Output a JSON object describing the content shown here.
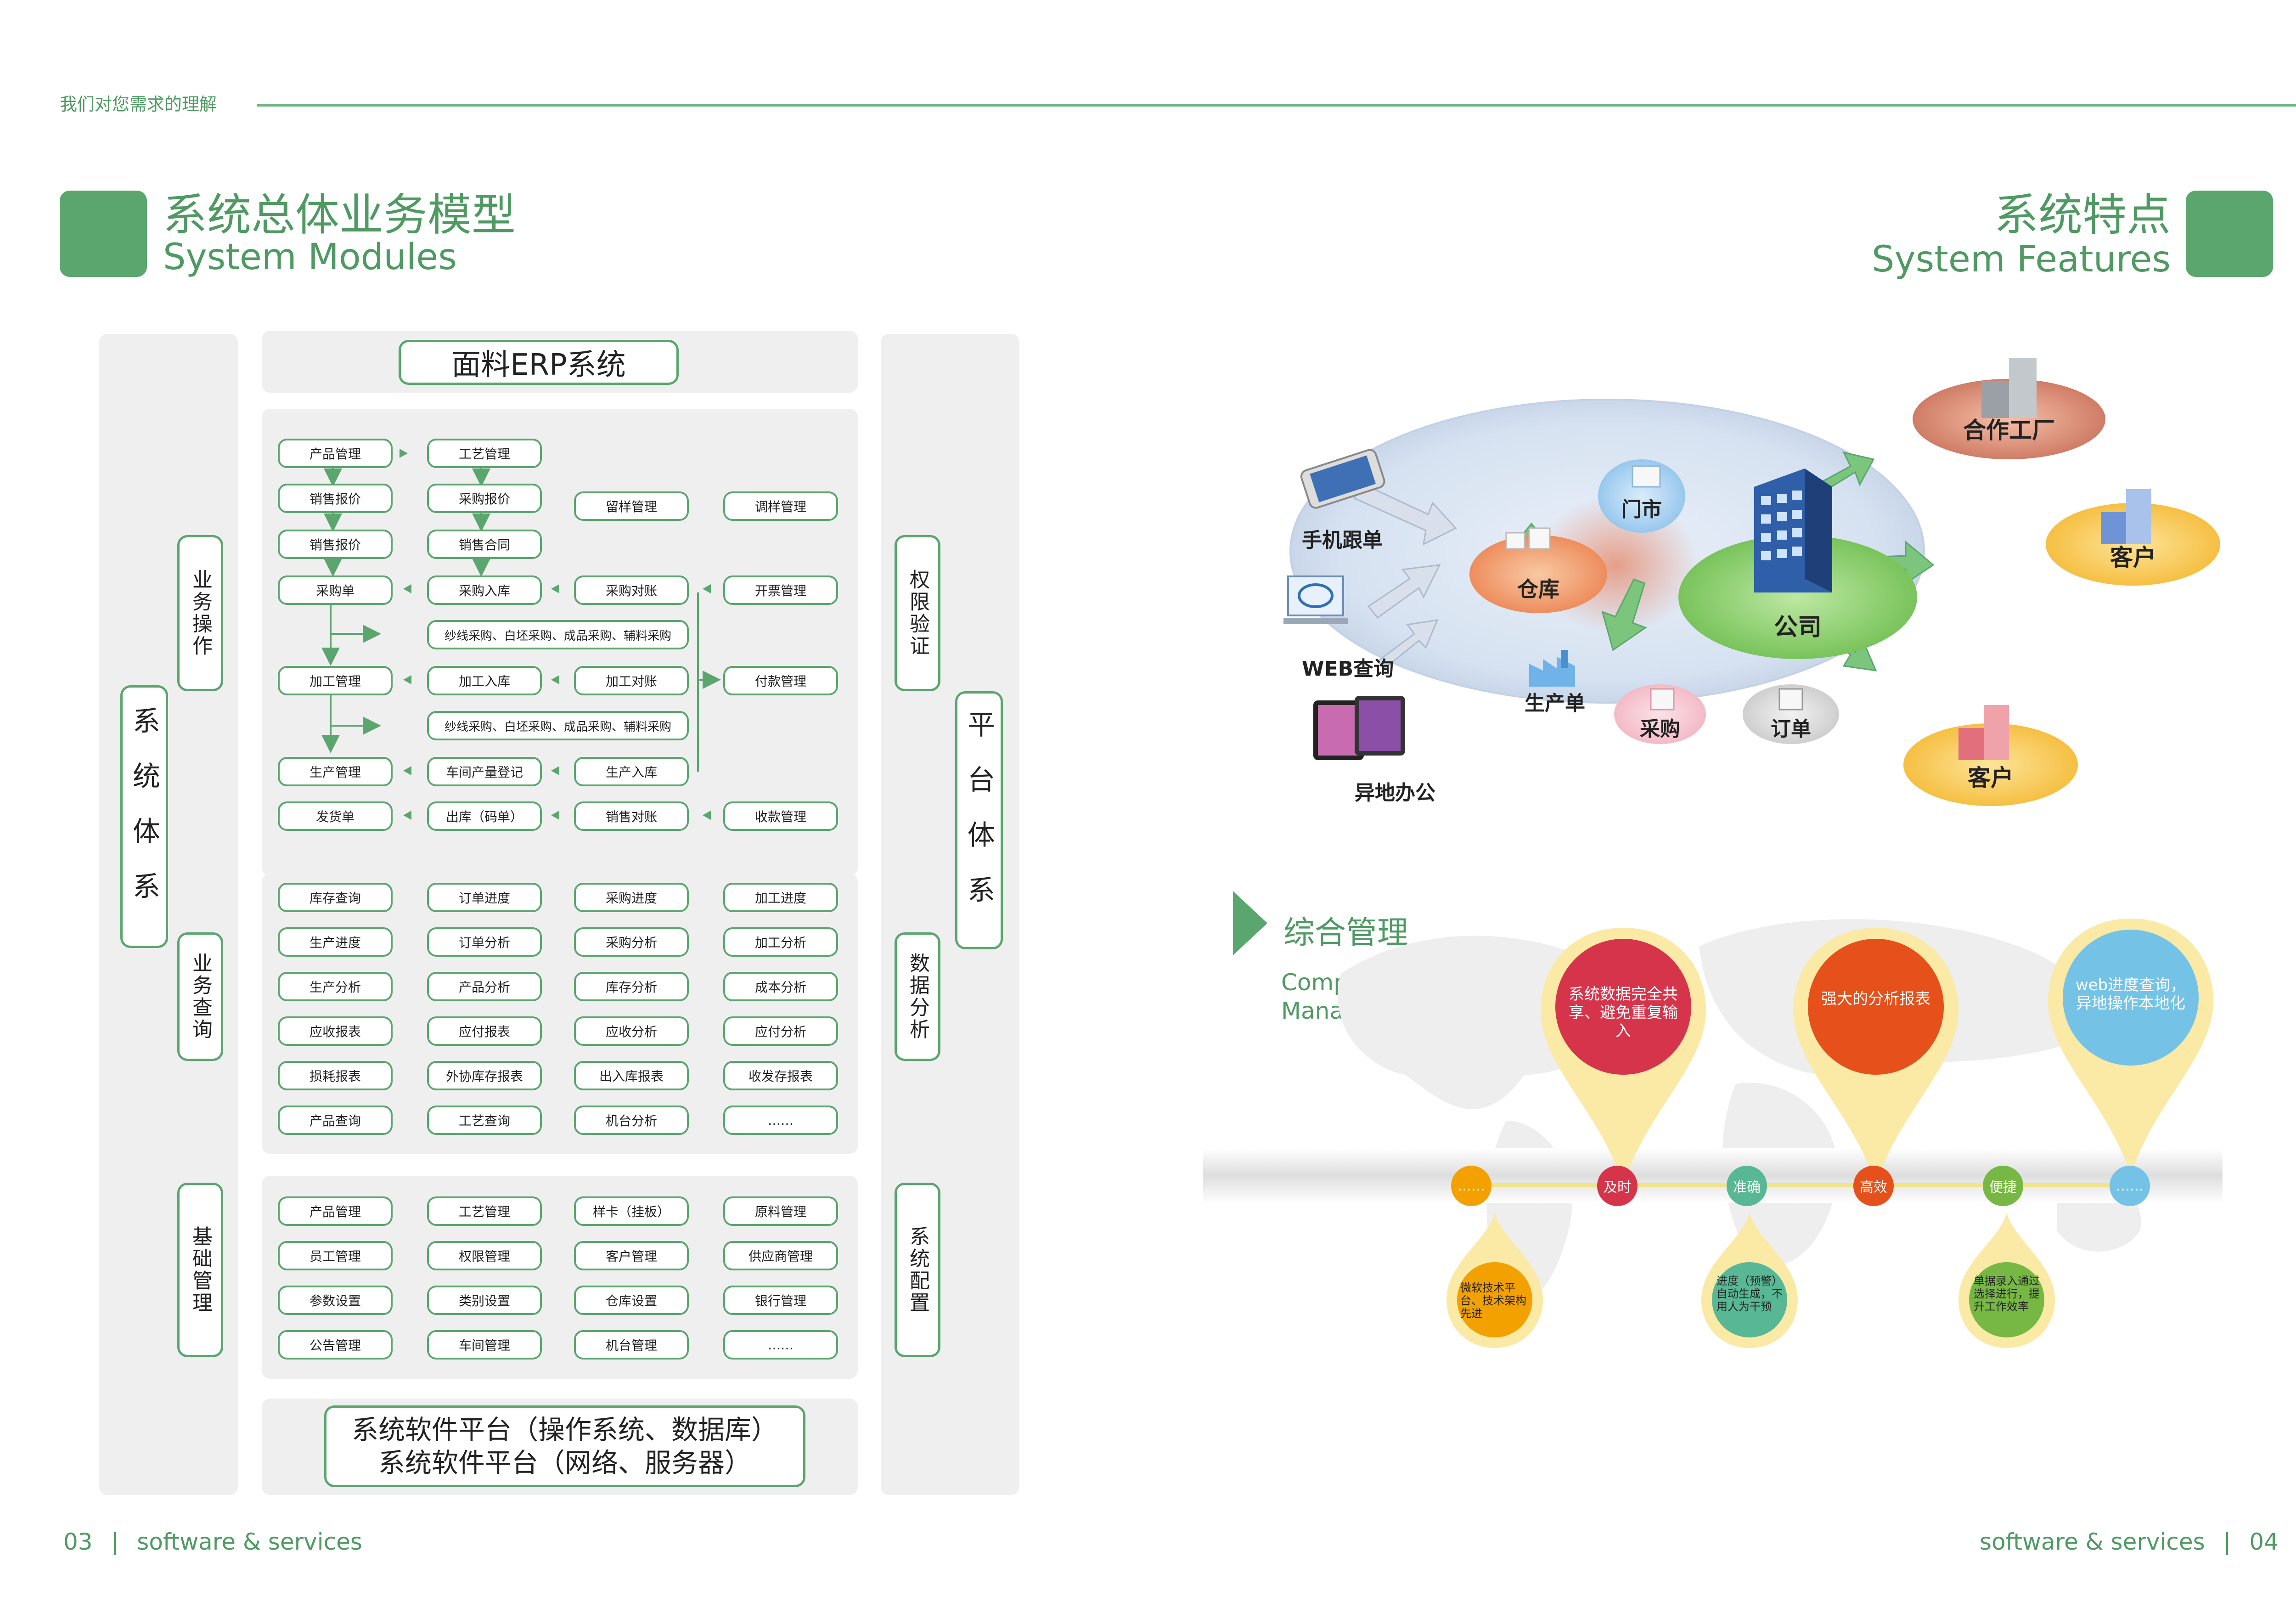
{
  "header": {
    "section_label": "我们对您需求的理解"
  },
  "left": {
    "title_cn": "系统总体业务模型",
    "title_en": "System Modules",
    "erp_title": "面料ERP系统",
    "side_left_main": "系统体系",
    "side_left_items": [
      "业务操作",
      "业务查询",
      "基础管理"
    ],
    "side_right_main": "平台体系",
    "side_right_items": [
      "权限验证",
      "数据分析",
      "系统配置"
    ],
    "ops": {
      "r0": [
        "产品管理",
        "工艺管理"
      ],
      "r1": [
        "销售报价",
        "采购报价",
        "留样管理",
        "调样管理"
      ],
      "r2": [
        "销售报价",
        "销售合同"
      ],
      "r3": [
        "采购单",
        "采购入库",
        "采购对账",
        "开票管理"
      ],
      "r4": "纱线采购、白坯采购、成品采购、辅料采购",
      "r5": [
        "加工管理",
        "加工入库",
        "加工对账",
        "付款管理"
      ],
      "r6": "纱线采购、白坯采购、成品采购、辅料采购",
      "r7": [
        "生产管理",
        "车间产量登记",
        "生产入库"
      ],
      "r8": [
        "发货单",
        "出库（码单）",
        "销售对账",
        "收款管理"
      ]
    },
    "query": [
      [
        "库存查询",
        "订单进度",
        "采购进度",
        "加工进度"
      ],
      [
        "生产进度",
        "订单分析",
        "采购分析",
        "加工分析"
      ],
      [
        "生产分析",
        "产品分析",
        "库存分析",
        "成本分析"
      ],
      [
        "应收报表",
        "应付报表",
        "应收分析",
        "应付分析"
      ],
      [
        "损耗报表",
        "外协库存报表",
        "出入库报表",
        "收发存报表"
      ],
      [
        "产品查询",
        "工艺查询",
        "机台分析",
        "……"
      ]
    ],
    "base": [
      [
        "产品管理",
        "工艺管理",
        "样卡（挂板）",
        "原料管理"
      ],
      [
        "员工管理",
        "权限管理",
        "客户管理",
        "供应商管理"
      ],
      [
        "参数设置",
        "类别设置",
        "仓库设置",
        "银行管理"
      ],
      [
        "公告管理",
        "车间管理",
        "机台管理",
        "……"
      ]
    ],
    "platform_lines": [
      "系统软件平台（操作系统、数据库）",
      "系统软件平台（网络、服务器）"
    ],
    "footer_page": "03",
    "footer_text": "software & services"
  },
  "right": {
    "title_cn": "系统特点",
    "title_en": "System Features",
    "devices": [
      "手机跟单",
      "WEB查询",
      "异地办公"
    ],
    "nodes": {
      "menshi": "门市",
      "cangku": "仓库",
      "gongsi": "公司",
      "shengchandan": "生产单",
      "caigou": "采购",
      "dingdan": "订单",
      "hezuo": "合作工厂",
      "kehu1": "客户",
      "kehu2": "客户"
    },
    "mgmt_title_cn": "综合管理",
    "mgmt_title_en_1": "Comprehensive",
    "mgmt_title_en_2": "Management",
    "big_pins": [
      "系统数据完全共享、避免重复输入",
      "强大的分析报表",
      "web进度查询，异地操作本地化"
    ],
    "timeline": [
      "……",
      "及时",
      "准确",
      "高效",
      "便捷",
      "……"
    ],
    "small_pins": [
      "微软技术平台、技术架构先进",
      "进度（预警）自动生成，不用人为干预",
      "单据录入通过选择进行，提升工作效率"
    ],
    "colors": {
      "pin1": "#d6344a",
      "pin2": "#e6511b",
      "pin3": "#74c3e6",
      "pin_small1": "#f2a100",
      "pin_small2": "#58b896",
      "pin_small3": "#76b843"
    },
    "footer_text": "software & services",
    "footer_page": "04"
  }
}
